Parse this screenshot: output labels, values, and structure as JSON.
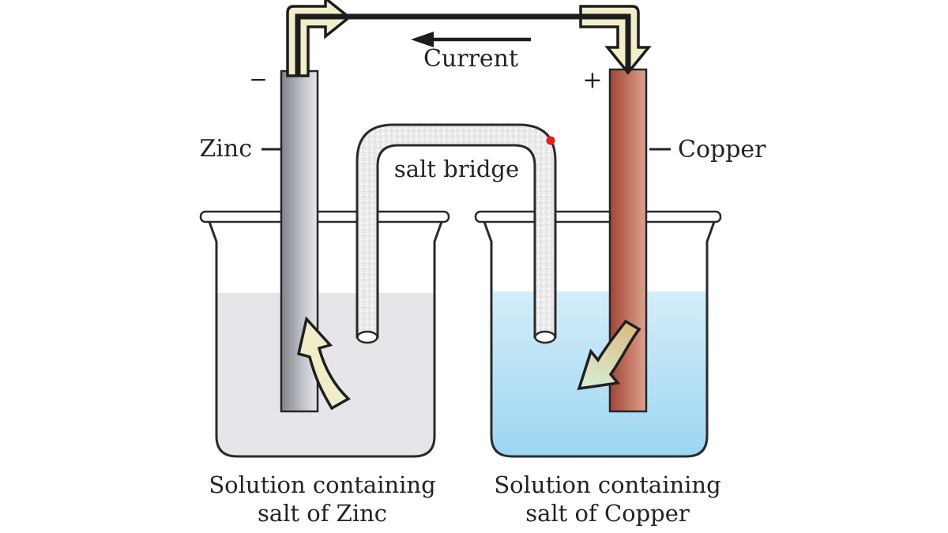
{
  "labels": {
    "current": "Current",
    "zinc": "Zinc",
    "copper": "Copper",
    "salt_bridge": "salt bridge",
    "minus": "−",
    "plus": "+"
  },
  "captions": {
    "left_line1": "Solution containing",
    "left_line2": "salt of Zinc",
    "right_line1": "Solution containing",
    "right_line2": "salt of Copper"
  },
  "icons": {
    "current_arrow": "arrow-left",
    "electron_flow_left": "bent-block-arrow-right",
    "electron_flow_right": "bent-block-arrow-down",
    "left_ion_arrow": "curved-block-arrow-up",
    "right_ion_arrow": "curved-block-arrow-down"
  },
  "colors": {
    "background": "#ffffff",
    "outline": "#2a2a2a",
    "wire": "#1d1d1d",
    "text": "#232323",
    "zinc_dark": "#7f848a",
    "zinc_mid": "#bcbfc5",
    "zinc_light": "#e8e9ec",
    "copper_dark": "#9e4736",
    "copper_mid": "#c47763",
    "copper_light": "#dda490",
    "left_solution": "#e5e5ea",
    "right_solution_top": "#d4edf9",
    "right_solution_bottom": "#9cd6f1",
    "salt_bridge_fill": "#e9e9ea",
    "electron_arrow_cream": "#f2eeca",
    "ion_arrow_cream": "#f1edc9",
    "ion_arrow_tan": "#dcba7d",
    "ion_arrow_green": "#d6edd4",
    "red_dot": "#e41e1e"
  }
}
